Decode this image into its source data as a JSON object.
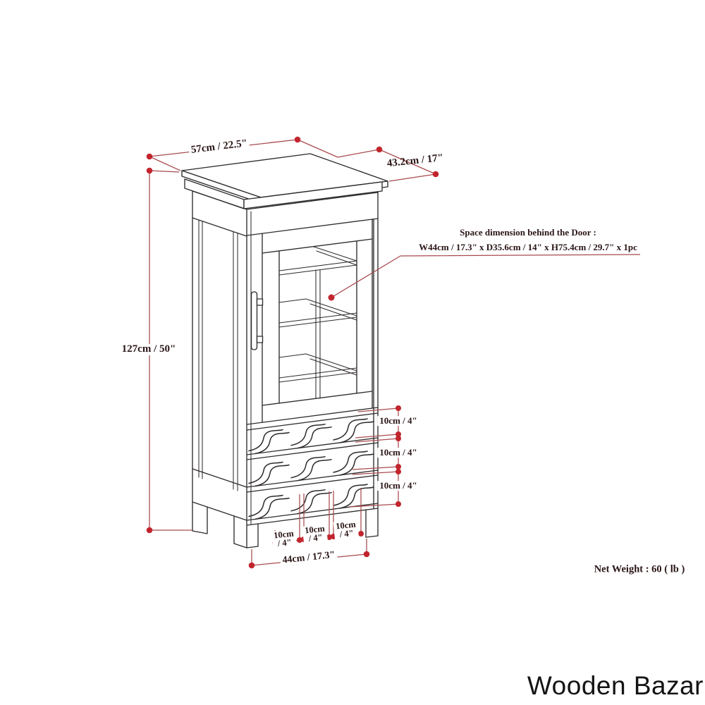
{
  "drawing": {
    "type": "furniture technical line drawing",
    "item": "tall wine rack cabinet with glass door"
  },
  "dimensions": {
    "top_width": "57cm / 22.5\"",
    "top_depth": "43.2cm / 17\"",
    "height": "127cm / 50\"",
    "rack_width": "44cm / 17.3\"",
    "row_heights": [
      "10cm / 4\"",
      "10cm / 4\"",
      "10cm / 4\""
    ],
    "slot_widths": [
      {
        "line1": "10cm",
        "line2": "/ 4\""
      },
      {
        "line1": "10cm",
        "line2": "/ 4\""
      },
      {
        "line1": "10cm",
        "line2": "/ 4\""
      }
    ]
  },
  "door_note": {
    "line1": "Space dimension behind the Door :",
    "line2": "W44cm / 17.3\" x D35.6cm / 14\" x H75.4cm / 29.7\" x 1pc"
  },
  "net_weight": "Net Weight : 60 ( lb )",
  "brand": "Wooden Bazar",
  "colors": {
    "dimension_line": "#a84a4e",
    "dimension_dot": "#c2252d",
    "drawing_line": "#2f2b2b",
    "dimension_text": "#2a1516",
    "brand_text": "#141414"
  }
}
